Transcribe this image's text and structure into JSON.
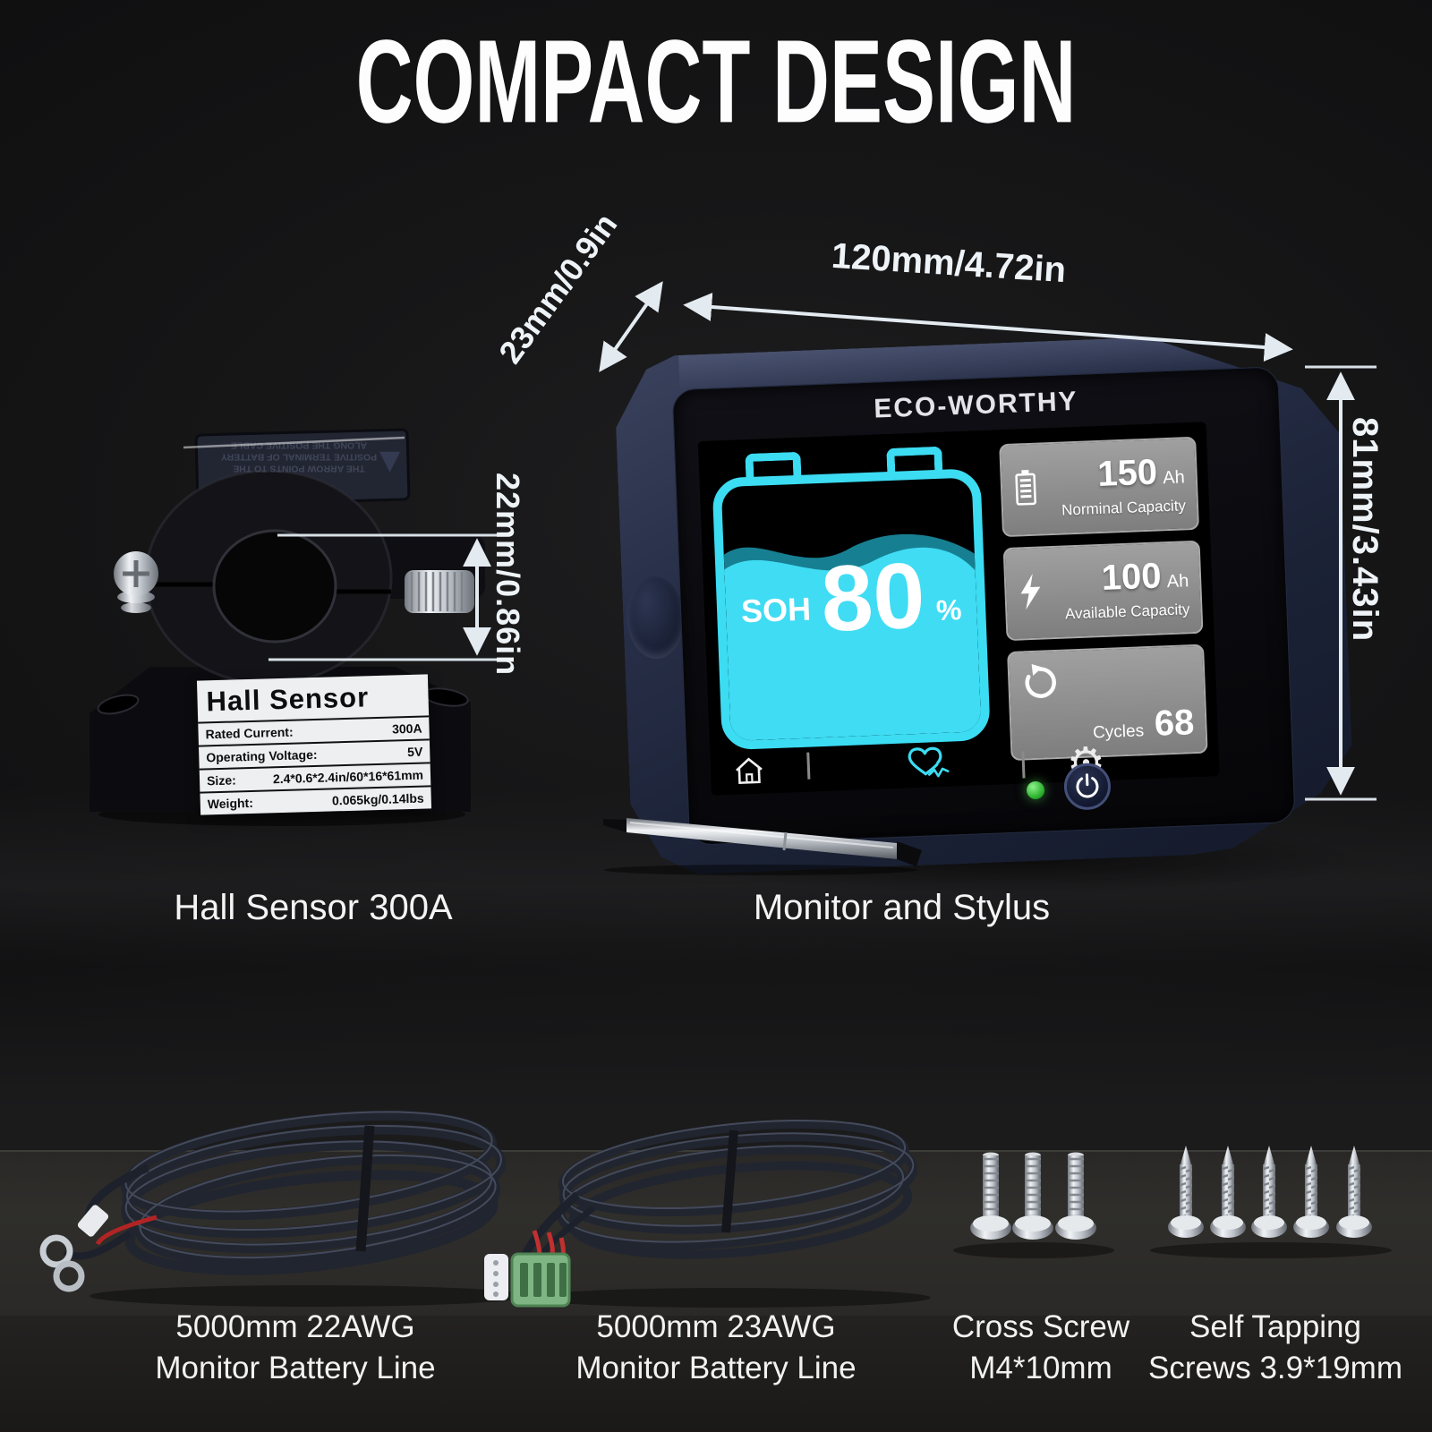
{
  "title": "COMPACT DESIGN",
  "dimensions": {
    "depth": "23mm/0.9in",
    "width": "120mm/4.72in",
    "sensor_hole": "22mm/0.86in",
    "height": "81mm/3.43in"
  },
  "hall_sensor": {
    "caption": "Hall Sensor 300A",
    "direction_note": "THE ARROW POINTS TO THE POSITIVE TERMINAL OF BATTERY ALONG THE POSITIVE CABLE",
    "direction_arrow": "▼",
    "spec_label": {
      "title": "Hall Sensor",
      "rows": [
        {
          "name": "Rated Current:",
          "value": "300A"
        },
        {
          "name": "Operating Voltage:",
          "value": "5V"
        },
        {
          "name": "Size:",
          "value": "2.4*0.6*2.4in/60*16*61mm"
        },
        {
          "name": "Weight:",
          "value": "0.065kg/0.14lbs"
        }
      ]
    }
  },
  "monitor": {
    "caption": "Monitor and Stylus",
    "brand": "ECO-WORTHY",
    "soh_label": "SOH",
    "soh_value": "80",
    "soh_unit": "%",
    "stats": [
      {
        "icon": "battery-icon",
        "value": "150",
        "unit": "Ah",
        "label": "Norminal Capacity"
      },
      {
        "icon": "lightning-icon",
        "value": "100",
        "unit": "Ah",
        "label": "Available Capacity"
      },
      {
        "icon": "cycles-icon",
        "label": "Cycles",
        "value": "68"
      }
    ],
    "icons": {
      "gear": "⚙"
    },
    "status": {
      "led_color": "#43c53a"
    }
  },
  "accessories": [
    {
      "line1": "5000mm 22AWG",
      "line2": "Monitor Battery Line"
    },
    {
      "line1": "5000mm 23AWG",
      "line2": "Monitor Battery Line"
    },
    {
      "line1": "Cross Screw",
      "line2": "M4*10mm"
    },
    {
      "line1": "Self Tapping",
      "line2": "Screws 3.9*19mm"
    }
  ],
  "colors": {
    "accent_cyan": "#3cdcf2",
    "annotation": "#e3ebf1",
    "card_gray": "#8f8f8f",
    "body_navy": "#1e2539"
  }
}
